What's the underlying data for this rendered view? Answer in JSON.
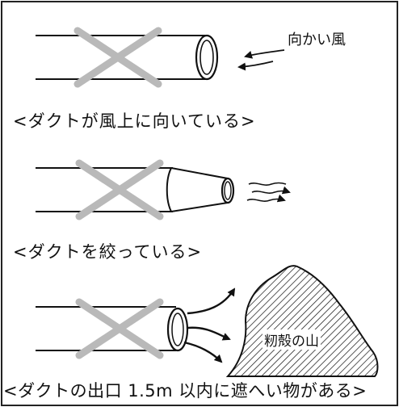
{
  "panels": [
    {
      "caption": "<ダクトが風上に向いている>",
      "label": "向かい風"
    },
    {
      "caption": "<ダクトを絞っている>"
    },
    {
      "caption": "<ダクトの出口 1.5m 以内に遮へい物がある>",
      "label": "籾殻の山"
    }
  ],
  "colors": {
    "cross": "#b9b9b9",
    "line": "#111111",
    "border": "#222222"
  }
}
